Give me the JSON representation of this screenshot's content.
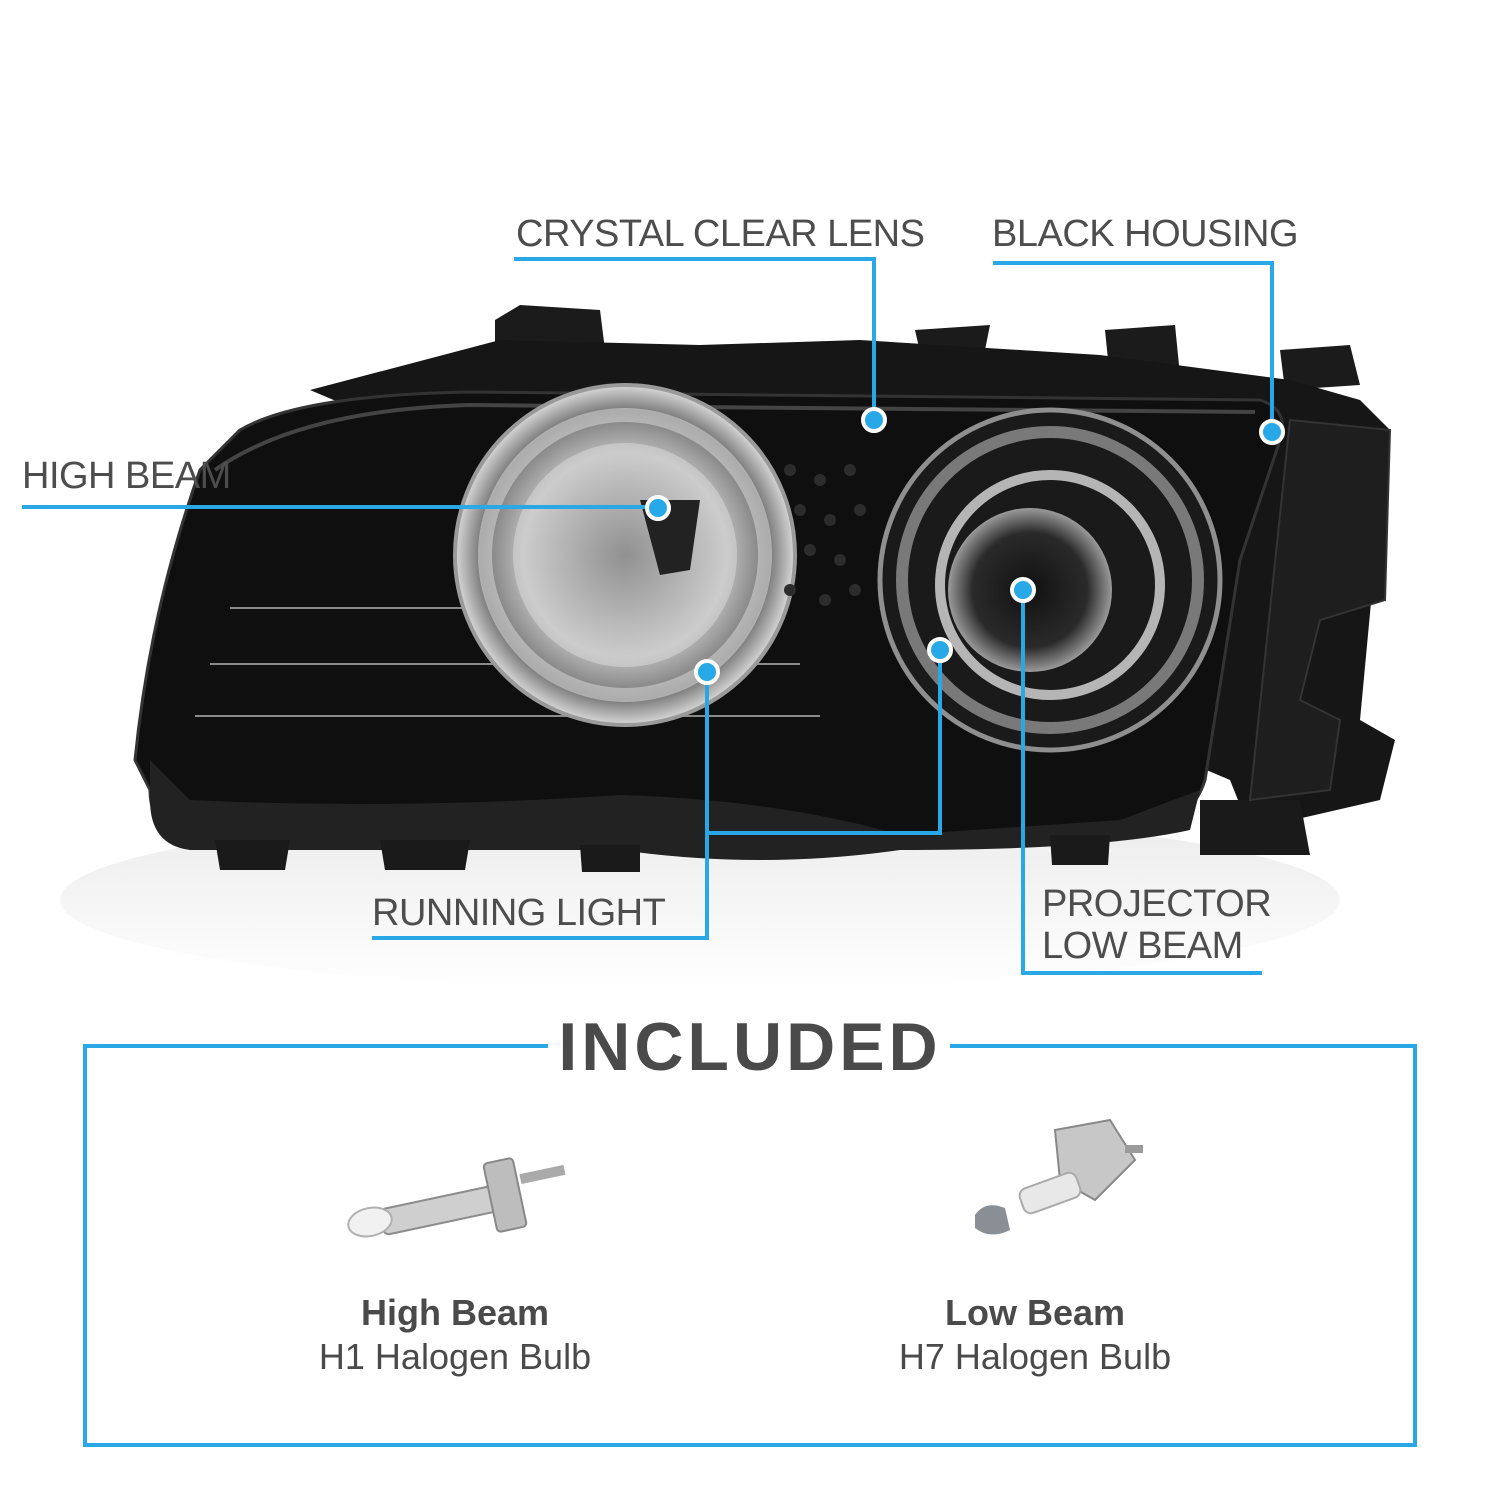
{
  "callouts": {
    "crystal_clear_lens": "CRYSTAL CLEAR LENS",
    "black_housing": "BLACK HOUSING",
    "high_beam": "HIGH BEAM",
    "running_light": "RUNNING LIGHT",
    "projector_line1": "PROJECTOR",
    "projector_line2": "LOW BEAM"
  },
  "included": {
    "title": "INCLUDED",
    "items": [
      {
        "name": "High Beam",
        "desc": "H1 Halogen Bulb"
      },
      {
        "name": "Low Beam",
        "desc": "H7 Halogen Bulb"
      }
    ]
  },
  "colors": {
    "accent": "#29a8e8",
    "text": "#4a4a4a"
  }
}
